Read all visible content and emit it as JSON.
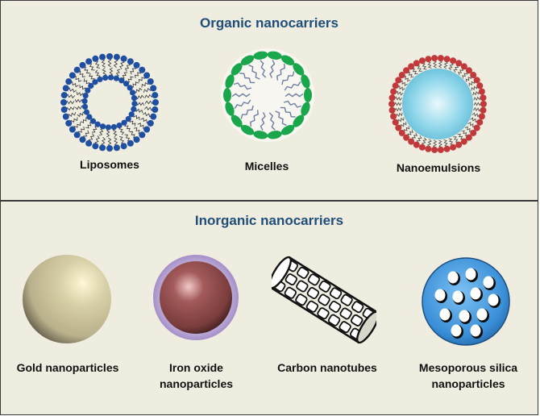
{
  "organic": {
    "title": "Organic nanocarriers",
    "items": [
      {
        "label": "Liposomes",
        "icon": "liposome-icon"
      },
      {
        "label": "Micelles",
        "icon": "micelle-icon"
      },
      {
        "label": "Nanoemulsions",
        "icon": "nanoemulsion-icon"
      }
    ]
  },
  "inorganic": {
    "title": "Inorganic nanocarriers",
    "items": [
      {
        "label": "Gold nanoparticles",
        "icon": "gold-nanoparticle-icon"
      },
      {
        "label": "Iron oxide\nnanoparticles",
        "icon": "iron-oxide-nanoparticle-icon"
      },
      {
        "label": "Carbon nanotubes",
        "icon": "carbon-nanotube-icon"
      },
      {
        "label": "Mesoporous silica\nnanoparticles",
        "icon": "mesoporous-silica-icon"
      }
    ]
  },
  "colors": {
    "title": "#1f4e79",
    "panel_bg": "#efece0",
    "liposome_head": "#1f4fa0",
    "micelle_head": "#1aa64b",
    "nanoemulsion_head": "#c0393b",
    "nanoemulsion_core": "#8fd6ea",
    "gold": "#b9b08c",
    "iron_core": "#7a3c3c",
    "iron_shell": "#a58fc7",
    "silica": "#3a8fd8"
  }
}
